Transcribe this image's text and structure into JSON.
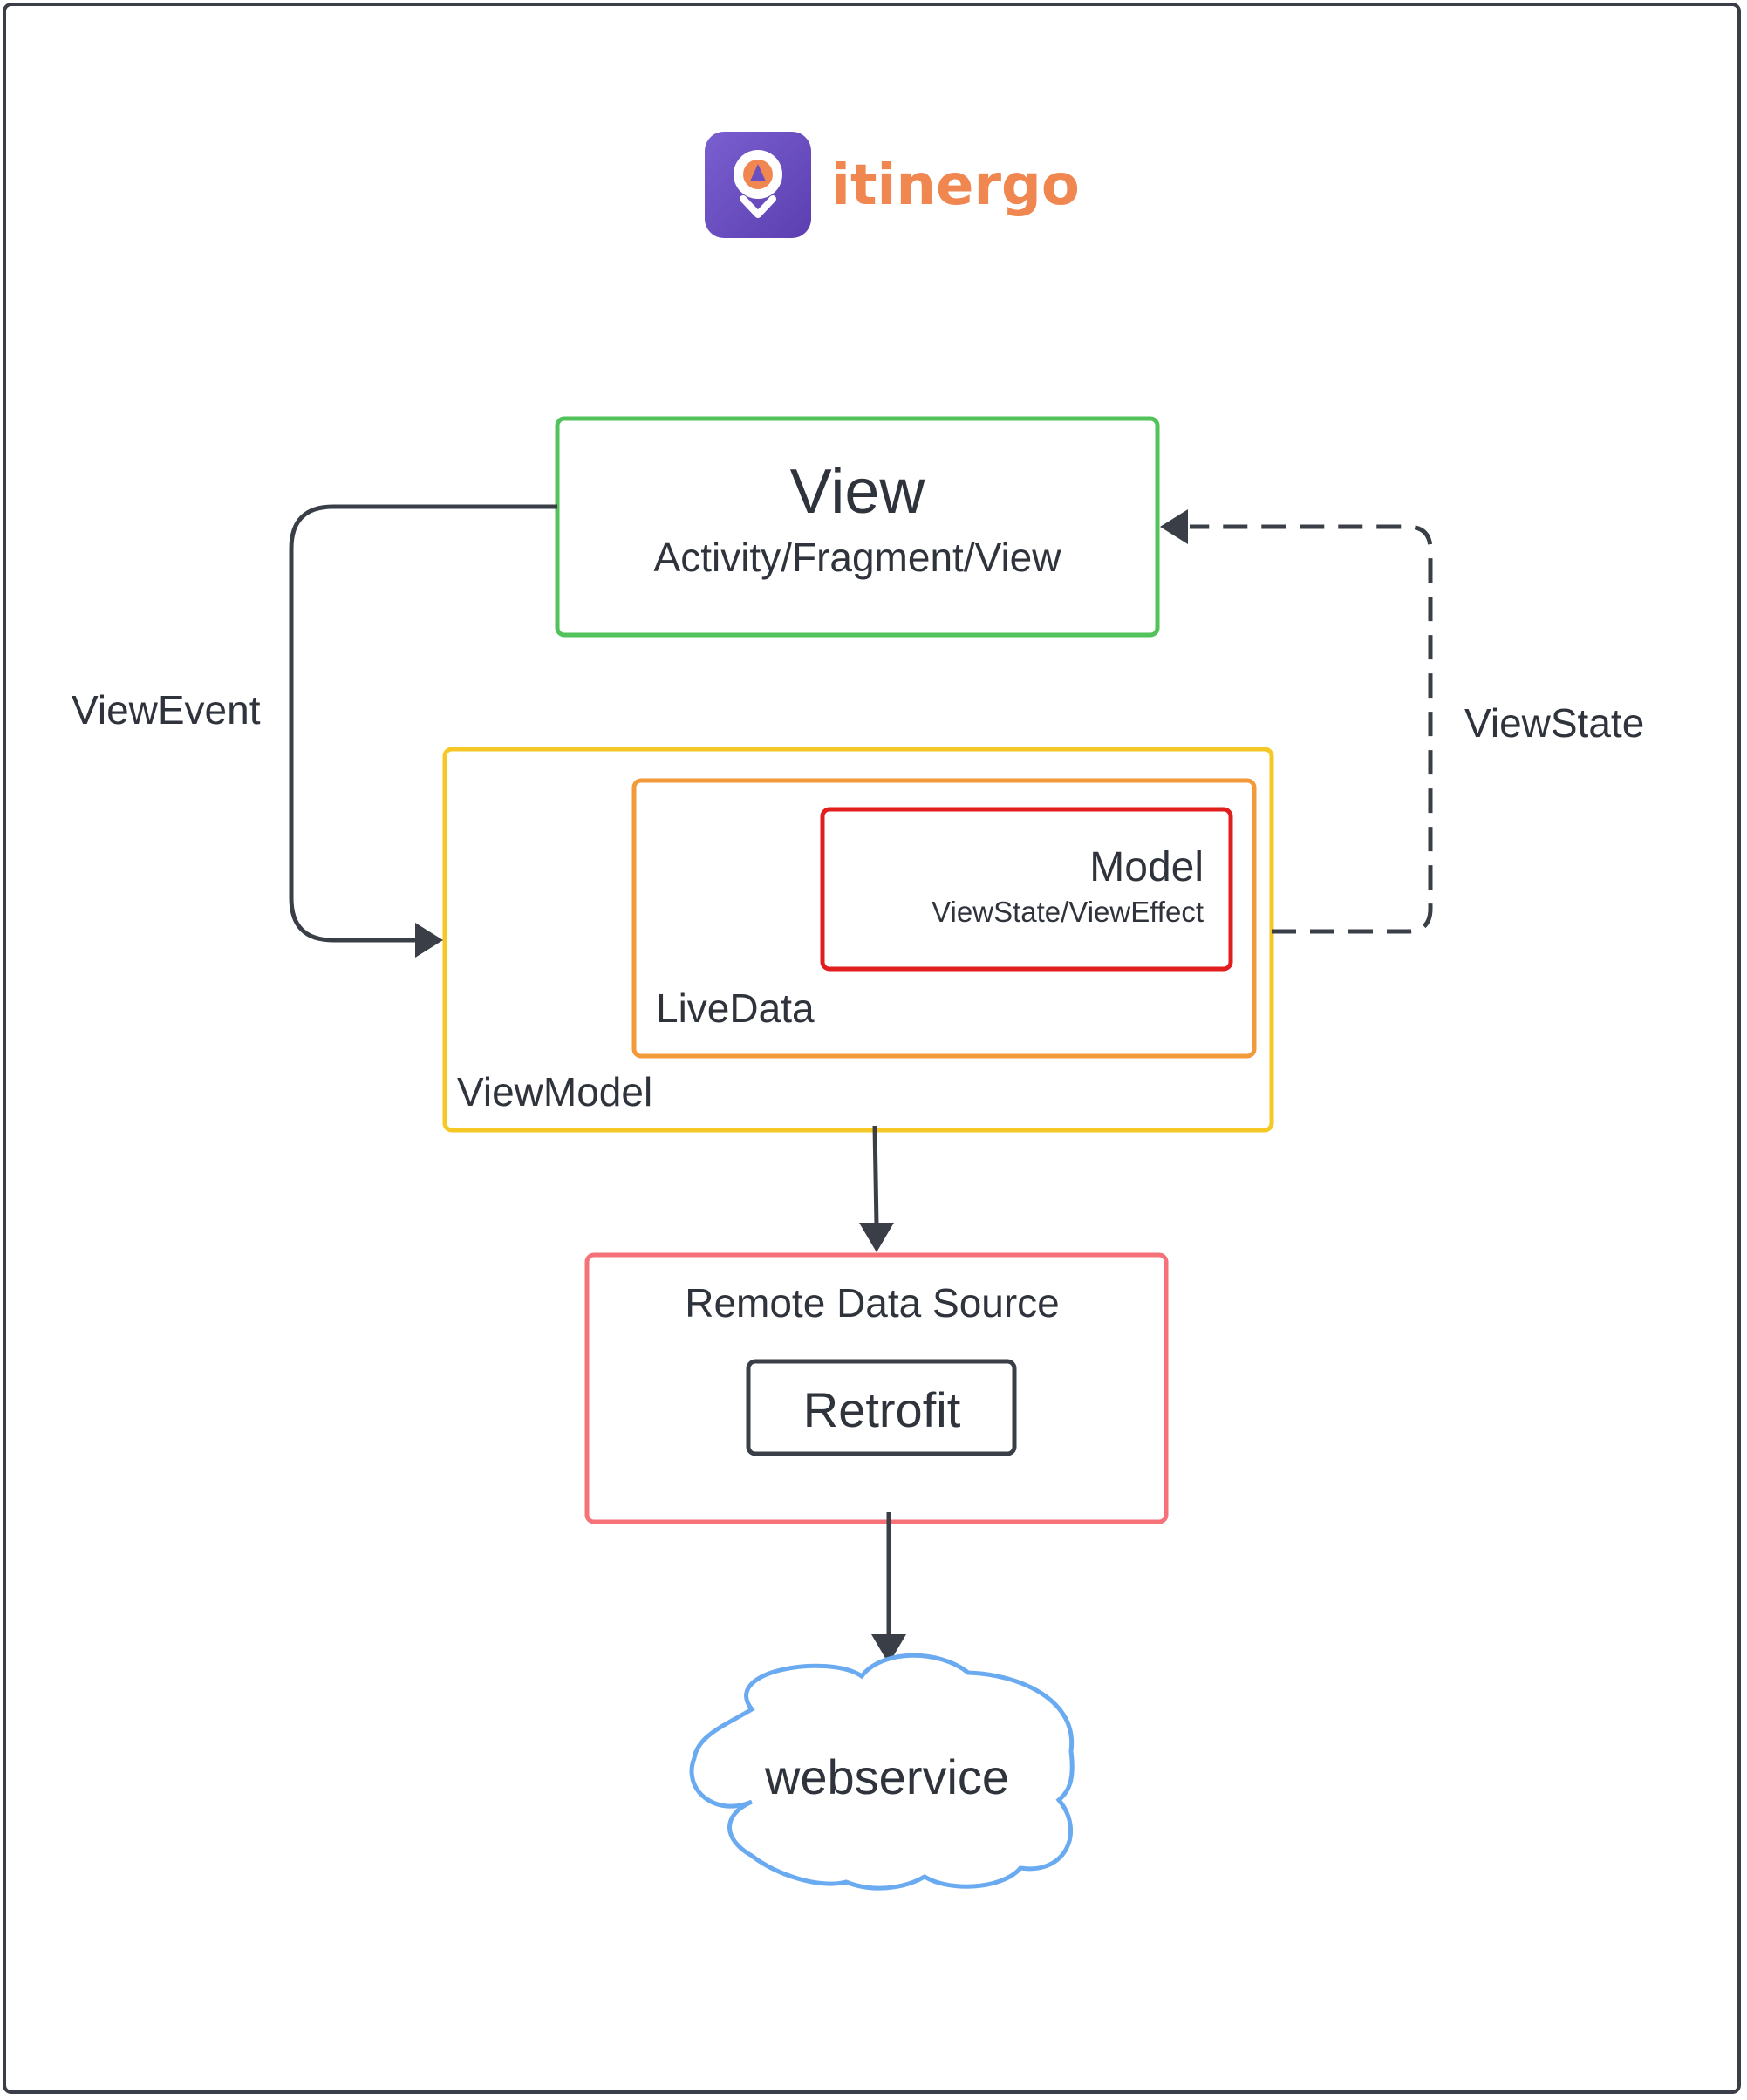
{
  "brand": {
    "name": "itinergo",
    "logo": "itinergo-pin-logo",
    "accent": "#f08650",
    "logo_bg": "#6b4fc0"
  },
  "nodes": {
    "view": {
      "title": "View",
      "subtitle": "Activity/Fragment/View",
      "color": "#52c25a"
    },
    "viewmodel": {
      "title": "ViewModel",
      "color": "#f5c825"
    },
    "livedata": {
      "title": "LiveData",
      "color": "#f29a3a"
    },
    "model": {
      "title": "Model",
      "subtitle": "ViewState/ViewEffect",
      "color": "#e01e1e"
    },
    "remote": {
      "title": "Remote Data Source",
      "color": "#f47278"
    },
    "retrofit": {
      "title": "Retrofit",
      "color": "#3a3f47"
    },
    "webservice": {
      "title": "webservice",
      "color": "#6aaaf0"
    }
  },
  "edges": {
    "view_event": {
      "label": "ViewEvent"
    },
    "view_state": {
      "label": "ViewState"
    }
  }
}
